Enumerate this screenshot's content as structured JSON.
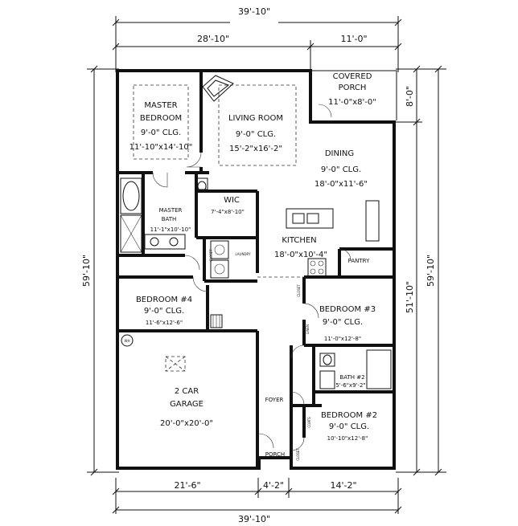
{
  "dimensions": {
    "top_overall": "39'-10\"",
    "top_left": "28'-10\"",
    "top_right": "11'-0\"",
    "bottom_overall": "39'-10\"",
    "bottom_left": "21'-6\"",
    "bottom_mid": "4'-2\"",
    "bottom_right": "14'-2\"",
    "left_overall": "59'-10\"",
    "right_overall": "59'-10\"",
    "right_inner": "51'-10\"",
    "right_porch": "8'-0\""
  },
  "rooms": {
    "master_bedroom": {
      "name1": "MASTER",
      "name2": "BEDROOM",
      "clg": "9'-0\" CLG.",
      "size": "11'-10\"x14'-10\""
    },
    "living_room": {
      "name": "LIVING ROOM",
      "clg": "9'-0\" CLG.",
      "size": "15'-2\"x16'-2\""
    },
    "covered_porch": {
      "name1": "COVERED",
      "name2": "PORCH",
      "size": "11'-0\"x8'-0\""
    },
    "dining": {
      "name": "DINING",
      "clg": "9'-0\" CLG.",
      "size": "18'-0\"x11'-6\""
    },
    "wic": {
      "name": "WIC",
      "size": "7'-4\"x8'-10\""
    },
    "master_bath": {
      "name1": "MASTER",
      "name2": "BATH",
      "size": "11'-1\"x10'-10\""
    },
    "kitchen": {
      "name": "KITCHEN",
      "size": "18'-0\"x10'-4\""
    },
    "pantry": {
      "name": "PANTRY"
    },
    "laundry": {
      "name": "LAUNDRY"
    },
    "bedroom4": {
      "name": "BEDROOM #4",
      "clg": "9'-0\" CLG.",
      "size": "11'-6\"x12'-6\""
    },
    "bedroom3": {
      "name": "BEDROOM #3",
      "clg": "9'-0\" CLG.",
      "size": "11'-0\"x12'-8\""
    },
    "bath2": {
      "name": "BATH #2",
      "size": "5'-6\"x9'-2\""
    },
    "garage": {
      "name1": "2 CAR",
      "name2": "GARAGE",
      "size": "20'-0\"x20'-0\""
    },
    "foyer": {
      "name": "FOYER"
    },
    "bedroom2": {
      "name": "BEDROOM #2",
      "clg": "9'-0\" CLG.",
      "size": "10'-10\"x12'-8\""
    },
    "porch": {
      "name": "PORCH"
    }
  },
  "labels": {
    "closet": "CLOSET",
    "linen": "LINEN",
    "coats": "COATS",
    "wh": "WH"
  }
}
